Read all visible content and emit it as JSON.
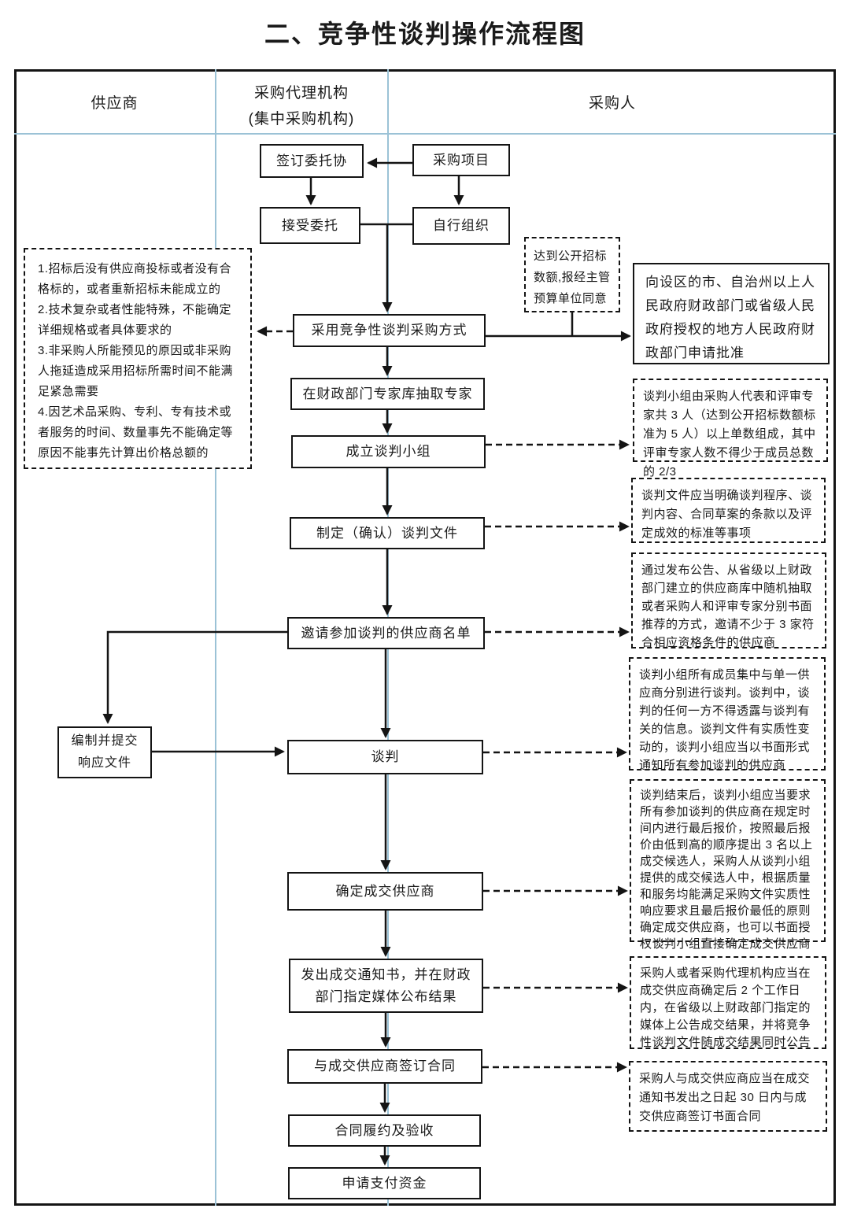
{
  "title": "二、竞争性谈判操作流程图",
  "lanes": {
    "supplier": "供应商",
    "agency_line1": "采购代理机构",
    "agency_line2": "(集中采购机构)",
    "purchaser": "采购人"
  },
  "nodes": {
    "sign_agreement": "签订委托协",
    "procurement_project": "采购项目",
    "accept_entrustment": "接受委托",
    "self_organize": "自行组织",
    "adopt_method": "采用竞争性谈判采购方式",
    "draw_experts": "在财政部门专家库抽取专家",
    "form_team": "成立谈判小组",
    "make_documents": "制定（确认）谈判文件",
    "invite_list": "邀请参加谈判的供应商名单",
    "negotiate": "谈判",
    "determine_supplier": "确定成交供应商",
    "issue_notice": "发出成交通知书，并在财政部门指定媒体公布结果",
    "sign_contract": "与成交供应商签订合同",
    "perform_contract": "合同履约及验收",
    "apply_payment": "申请支付资金",
    "prepare_response_line1": "编制并提交",
    "prepare_response_line2": "响应文件",
    "apply_approval": "向设区的市、自治州以上人民政府财政部门或省级人民政府授权的地方人民政府财政部门申请批准"
  },
  "annotations": {
    "left_reasons": [
      "1.招标后没有供应商投标或者没有合格标的，或者重新招标未能成立的",
      "2.技术复杂或者性能特殊，不能确定详细规格或者具体要求的",
      "3.非采购人所能预见的原因或非采购人拖延造成采用招标所需时间不能满足紧急需要",
      "4.因艺术品采购、专利、专有技术或者服务的时间、数量事先不能确定等原因不能事先计算出价格总额的"
    ],
    "threshold_condition": "达到公开招标数额,报经主管预算单位同意",
    "team_rule": "谈判小组由采购人代表和评审专家共 3 人（达到公开招标数额标准为 5 人）以上单数组成，其中评审专家人数不得少于成员总数的 2/3",
    "document_rule": "谈判文件应当明确谈判程序、谈判内容、合同草案的条款以及评定成效的标准等事项",
    "invite_rule": "通过发布公告、从省级以上财政部门建立的供应商库中随机抽取或者采购人和评审专家分别书面推荐的方式，邀请不少于 3 家符合相应资格条件的供应商",
    "negotiate_rule": "谈判小组所有成员集中与单一供应商分别进行谈判。谈判中，谈判的任何一方不得透露与谈判有关的信息。谈判文件有实质性变动的，谈判小组应当以书面形式通知所有参加谈判的供应商",
    "determine_rule": "谈判结束后，谈判小组应当要求所有参加谈判的供应商在规定时间内进行最后报价，按照最后报价由低到高的顺序提出 3 名以上成交候选人，采购人从谈判小组提供的成交候选人中，根据质量和服务均能满足采购文件实质性响应要求且最后报价最低的原则确定成交供应商，也可以书面授权谈判小组直接确定成交供应商",
    "publish_rule": "采购人或者采购代理机构应当在成交供应商确定后 2 个工作日内，在省级以上财政部门指定的媒体上公告成交结果，并将竞争性谈判文件随成交结果同时公告",
    "contract_rule": "采购人与成交供应商应当在成交通知书发出之日起 30 日内与成交供应商签订书面合同"
  },
  "colors": {
    "ink": "#141414",
    "lane_line_blue": "#9bc2d6",
    "background": "#ffffff"
  }
}
